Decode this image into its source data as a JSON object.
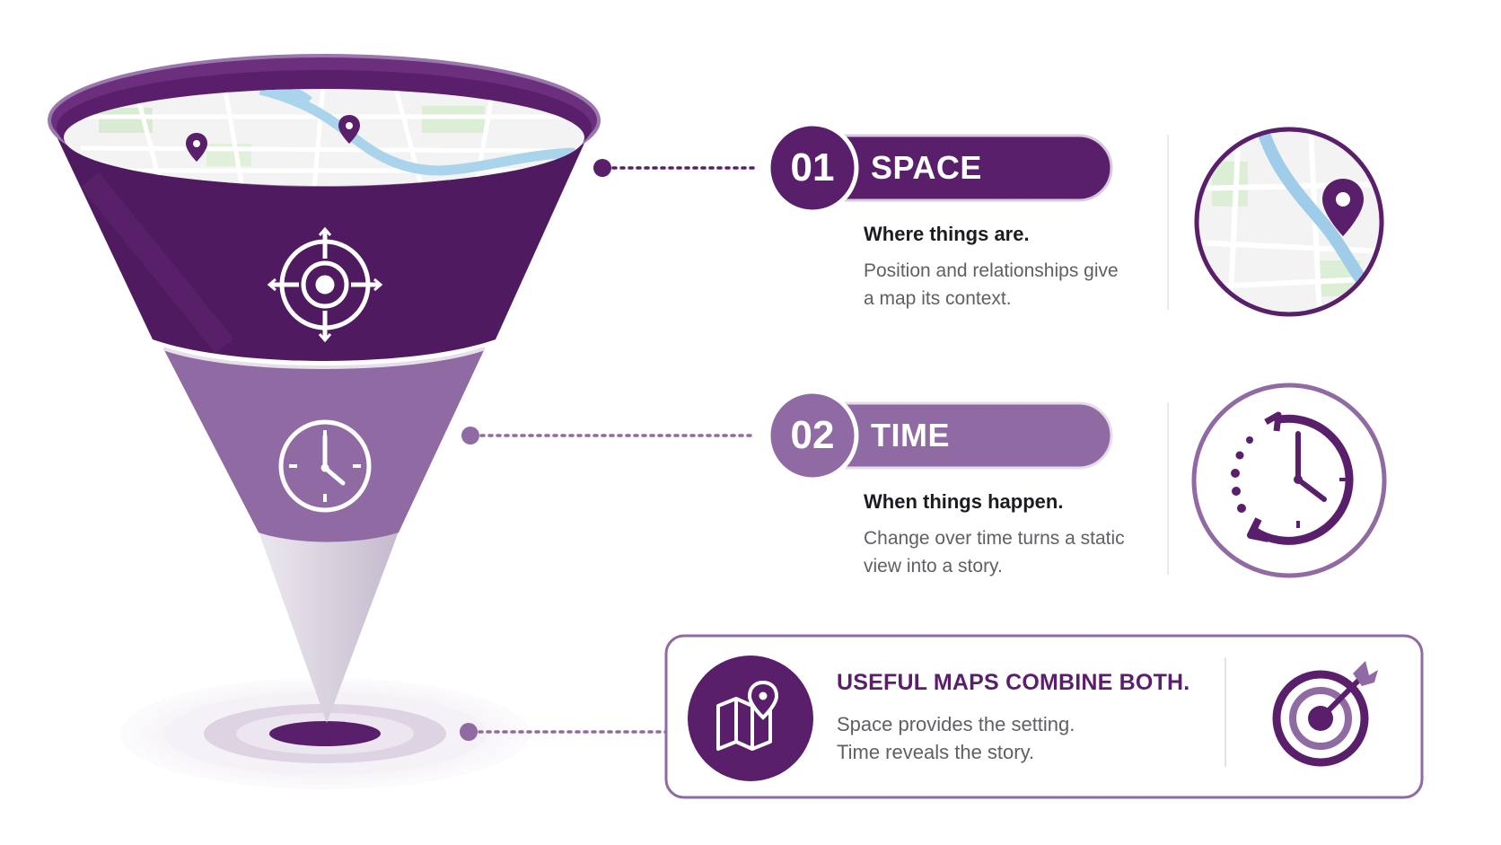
{
  "stages": [
    {
      "number": "01",
      "title": "SPACE",
      "heading": "Where things are.",
      "body_line_1": "Position and relationships give",
      "body_line_2": "a map its context.",
      "stage_icon": "target-crosshair-icon",
      "side_icon": "map-pin-icon",
      "color": "#5a1f6b"
    },
    {
      "number": "02",
      "title": "TIME",
      "heading": "When things happen.",
      "body_line_1": "Change over time turns a static",
      "body_line_2": "view into a story.",
      "stage_icon": "clock-icon",
      "side_icon": "clock-history-icon",
      "color": "#8f6aa3"
    }
  ],
  "combine": {
    "heading": "USEFUL MAPS COMBINE BOTH.",
    "line_1": "Space provides the setting.",
    "line_2": "Time reveals the story.",
    "left_icon": "folded-map-pin-icon",
    "right_icon": "target-arrow-icon"
  },
  "colors": {
    "dark_purple": "#5a1f6b",
    "mid_purple": "#8f6aa3",
    "light_lavender": "#d9d1df",
    "text_gray": "#5f5f66"
  }
}
